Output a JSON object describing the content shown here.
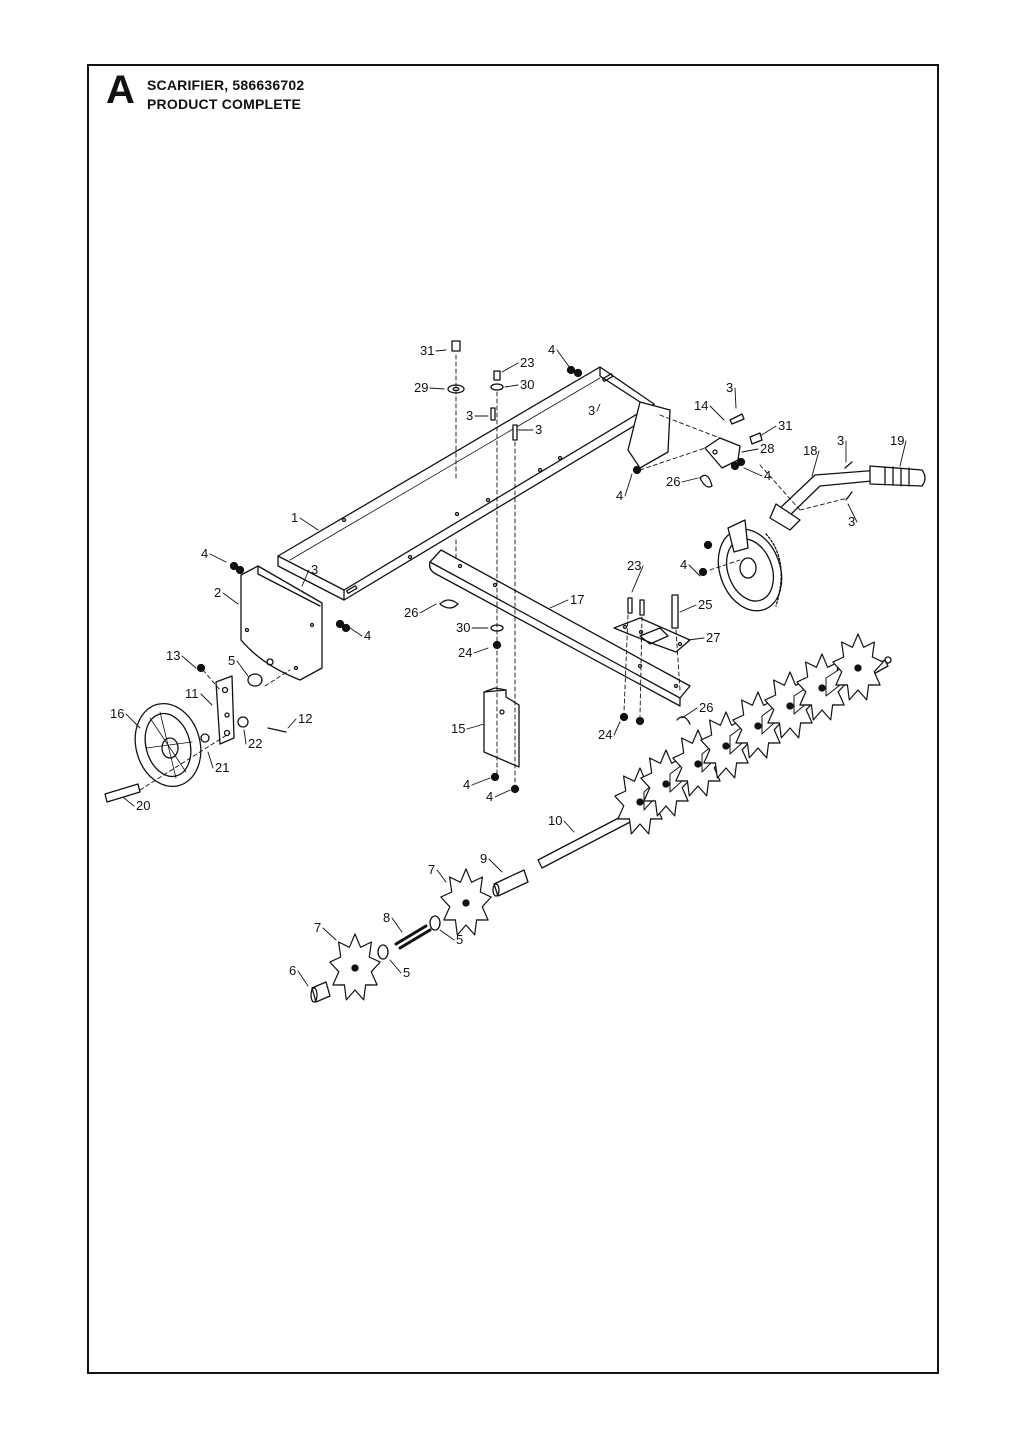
{
  "header": {
    "section_letter": "A",
    "title_line1": "SCARIFIER, 586636702",
    "title_line2": "PRODUCT COMPLETE"
  },
  "callouts": [
    {
      "id": "c31a",
      "text": "31"
    },
    {
      "id": "c23a",
      "text": "23"
    },
    {
      "id": "c4a",
      "text": "4"
    },
    {
      "id": "c29",
      "text": "29"
    },
    {
      "id": "c30a",
      "text": "30"
    },
    {
      "id": "c3a",
      "text": "3"
    },
    {
      "id": "c3b",
      "text": "3"
    },
    {
      "id": "c3c",
      "text": "3"
    },
    {
      "id": "c3d",
      "text": "3"
    },
    {
      "id": "c14",
      "text": "14"
    },
    {
      "id": "c31b",
      "text": "31"
    },
    {
      "id": "c28",
      "text": "28"
    },
    {
      "id": "c4b",
      "text": "4"
    },
    {
      "id": "c26a",
      "text": "26"
    },
    {
      "id": "c4c",
      "text": "4"
    },
    {
      "id": "c3e",
      "text": "3"
    },
    {
      "id": "c19",
      "text": "19"
    },
    {
      "id": "c18",
      "text": "18"
    },
    {
      "id": "c3f",
      "text": "3"
    },
    {
      "id": "c1",
      "text": "1"
    },
    {
      "id": "c4d",
      "text": "4"
    },
    {
      "id": "c3g",
      "text": "3"
    },
    {
      "id": "c2",
      "text": "2"
    },
    {
      "id": "c4e",
      "text": "4"
    },
    {
      "id": "c26b",
      "text": "26"
    },
    {
      "id": "c17",
      "text": "17"
    },
    {
      "id": "c23b",
      "text": "23"
    },
    {
      "id": "c25",
      "text": "25"
    },
    {
      "id": "c4f",
      "text": "4"
    },
    {
      "id": "c30b",
      "text": "30"
    },
    {
      "id": "c24a",
      "text": "24"
    },
    {
      "id": "c27",
      "text": "27"
    },
    {
      "id": "c13",
      "text": "13"
    },
    {
      "id": "c5a",
      "text": "5"
    },
    {
      "id": "c11",
      "text": "11"
    },
    {
      "id": "c16",
      "text": "16"
    },
    {
      "id": "c12",
      "text": "12"
    },
    {
      "id": "c22",
      "text": "22"
    },
    {
      "id": "c21",
      "text": "21"
    },
    {
      "id": "c15",
      "text": "15"
    },
    {
      "id": "c26c",
      "text": "26"
    },
    {
      "id": "c24b",
      "text": "24"
    },
    {
      "id": "c4g",
      "text": "4"
    },
    {
      "id": "c4h",
      "text": "4"
    },
    {
      "id": "c20",
      "text": "20"
    },
    {
      "id": "c10",
      "text": "10"
    },
    {
      "id": "c9",
      "text": "9"
    },
    {
      "id": "c7a",
      "text": "7"
    },
    {
      "id": "c8",
      "text": "8"
    },
    {
      "id": "c5b",
      "text": "5"
    },
    {
      "id": "c7b",
      "text": "7"
    },
    {
      "id": "c5c",
      "text": "5"
    },
    {
      "id": "c6",
      "text": "6"
    }
  ]
}
